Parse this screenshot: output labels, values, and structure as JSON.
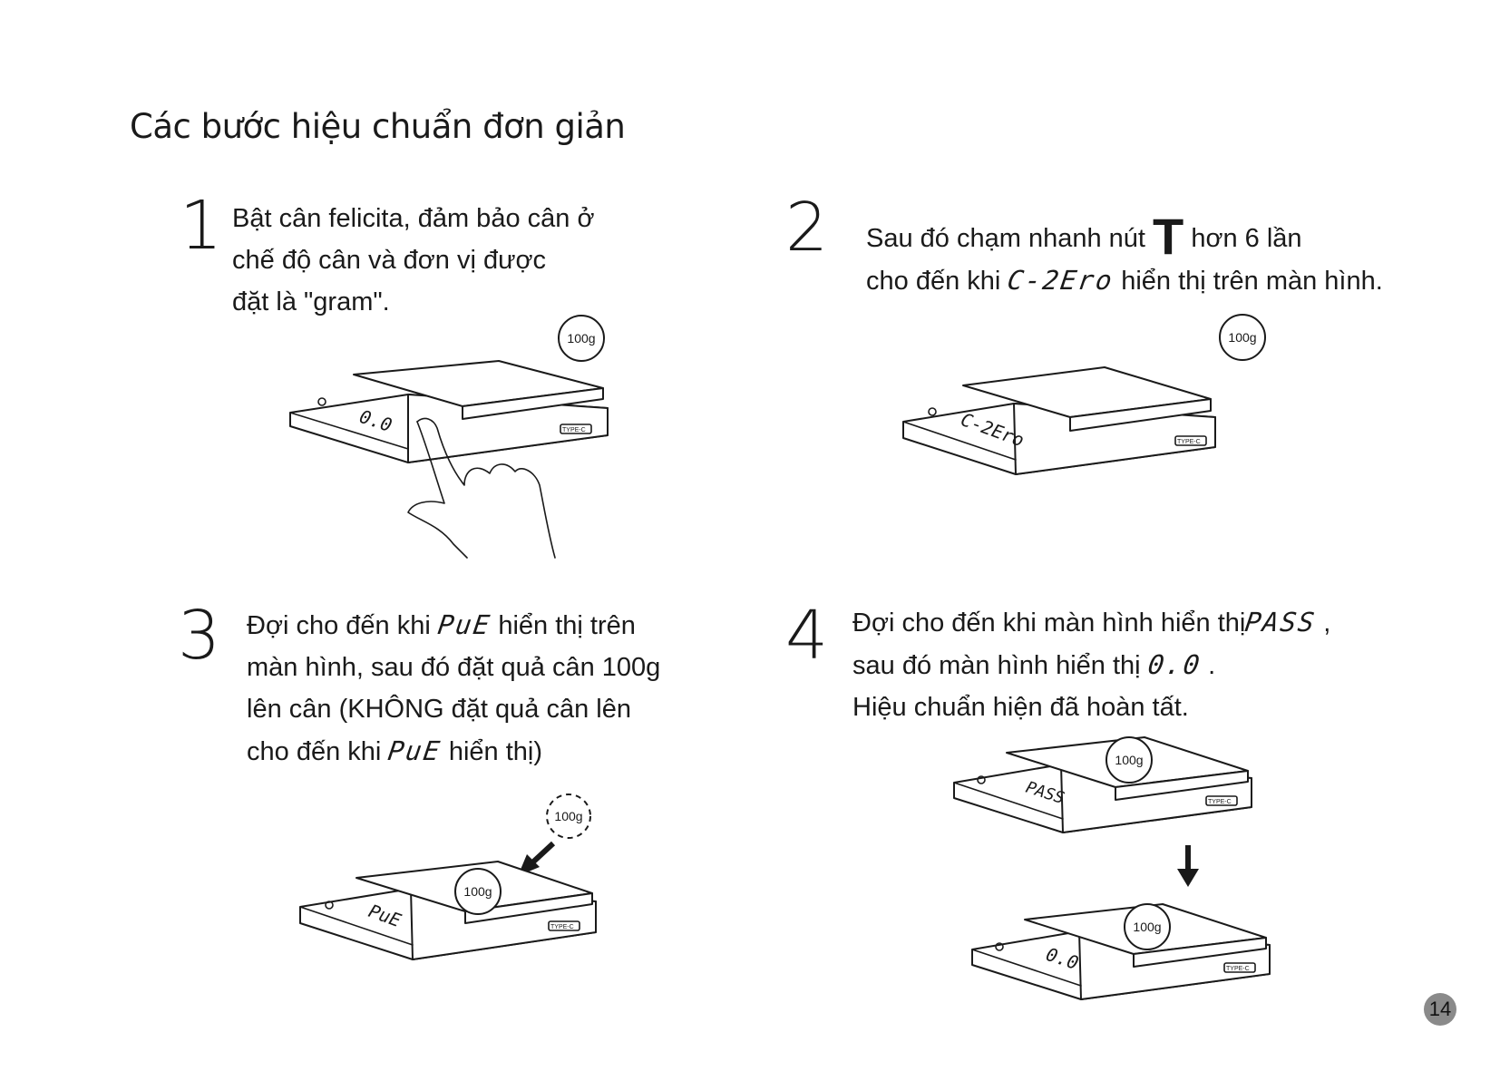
{
  "title": "Các bước hiệu chuẩn đơn giản",
  "steps": [
    {
      "number": "1",
      "lines": [
        "Bật cân felicita, đảm bảo cân ở",
        "chế độ cân và đơn vị được",
        "đặt là \"gram\"."
      ],
      "weight_label": "100g",
      "display": "0.0",
      "port_label": "TYPE-C"
    },
    {
      "number": "2",
      "line1_a": "Sau đó chạm nhanh nút",
      "line1_t": "T",
      "line1_b": "hơn 6 lần",
      "line2_a": "cho đến khi",
      "line2_code": "C-2Ero",
      "line2_b": "hiển thị trên màn hình.",
      "weight_label": "100g",
      "display": "C-2Ero",
      "port_label": "TYPE-C"
    },
    {
      "number": "3",
      "line1_a": "Đợi cho đến khi",
      "line1_code": "PuE",
      "line1_b": "hiển thị trên",
      "line2": " màn hình, sau đó đặt quả cân 100g",
      "line3": "lên cân (KHÔNG đặt quả cân lên",
      "line4_a": "cho đến khi",
      "line4_code": "PuE",
      "line4_b": "hiển thị)",
      "weight_label": "100g",
      "display": "PuE",
      "port_label": "TYPE-C"
    },
    {
      "number": "4",
      "line1_a": "Đợi cho đến khi màn hình hiển thị",
      "line1_code": "PASS",
      "line1_b": " ,",
      "line2_a": "sau đó màn hình hiển thị",
      "line2_code": "0.0",
      "line2_b": " .",
      "line3": "Hiệu chuẩn hiện đã hoàn tất.",
      "weight_label": "100g",
      "display_top": "PASS",
      "display_bottom": "0.0",
      "port_label": "TYPE-C"
    }
  ],
  "page_number": "14"
}
